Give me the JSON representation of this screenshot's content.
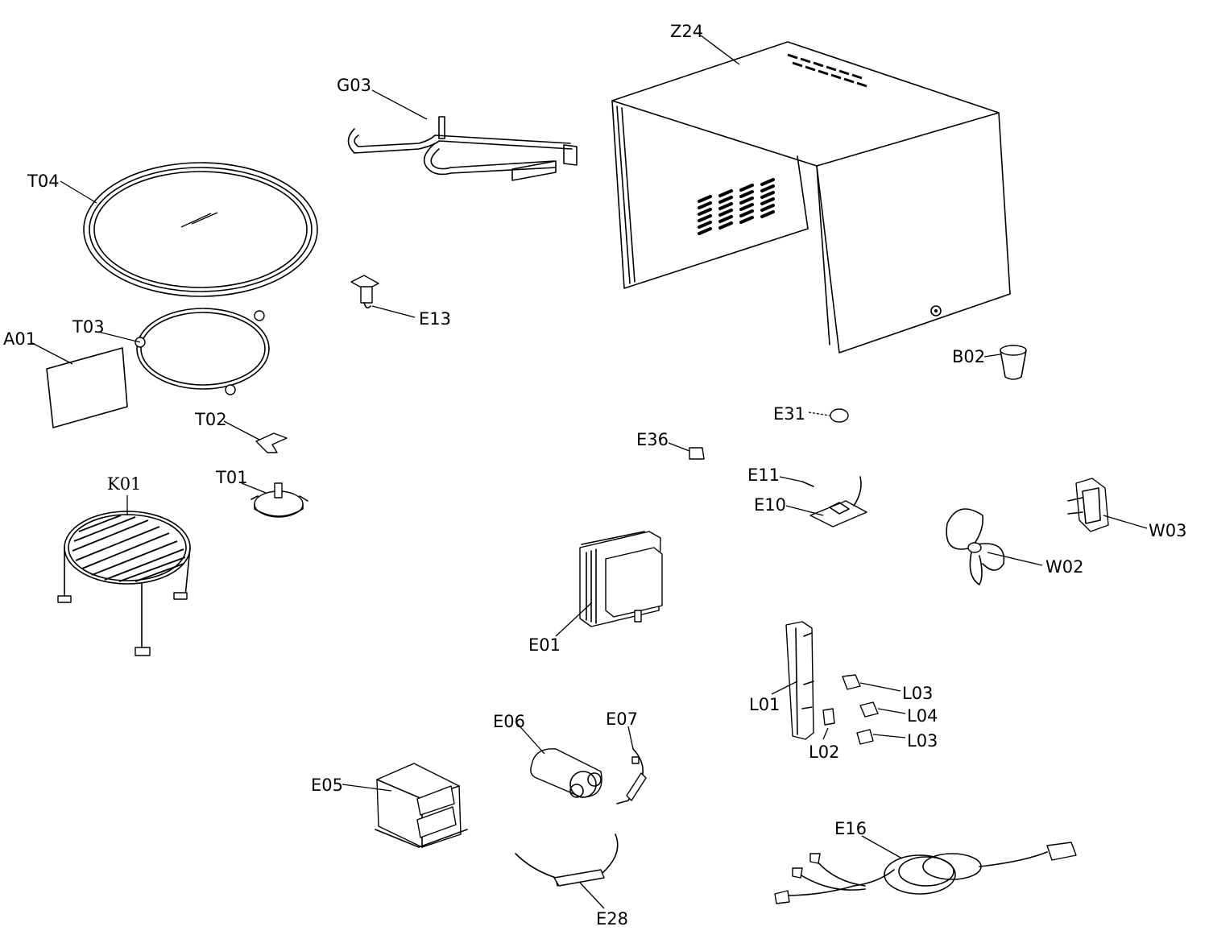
{
  "colors": {
    "ink": "#000000",
    "paper": "#ffffff"
  },
  "labels": {
    "Z24": "Z24",
    "G03": "G03",
    "T04": "T04",
    "T03": "T03",
    "A01": "A01",
    "E13": "E13",
    "B02": "B02",
    "E31": "E31",
    "E36": "E36",
    "T02": "T02",
    "T01": "T01",
    "K01": "K01",
    "E11": "E11",
    "E10": "E10",
    "E01": "E01",
    "W02": "W02",
    "W03": "W03",
    "L01": "L01",
    "L02": "L02",
    "L03a": "L03",
    "L04": "L04",
    "L03b": "L03",
    "E06": "E06",
    "E07": "E07",
    "E05": "E05",
    "E28": "E28",
    "E16": "E16"
  }
}
